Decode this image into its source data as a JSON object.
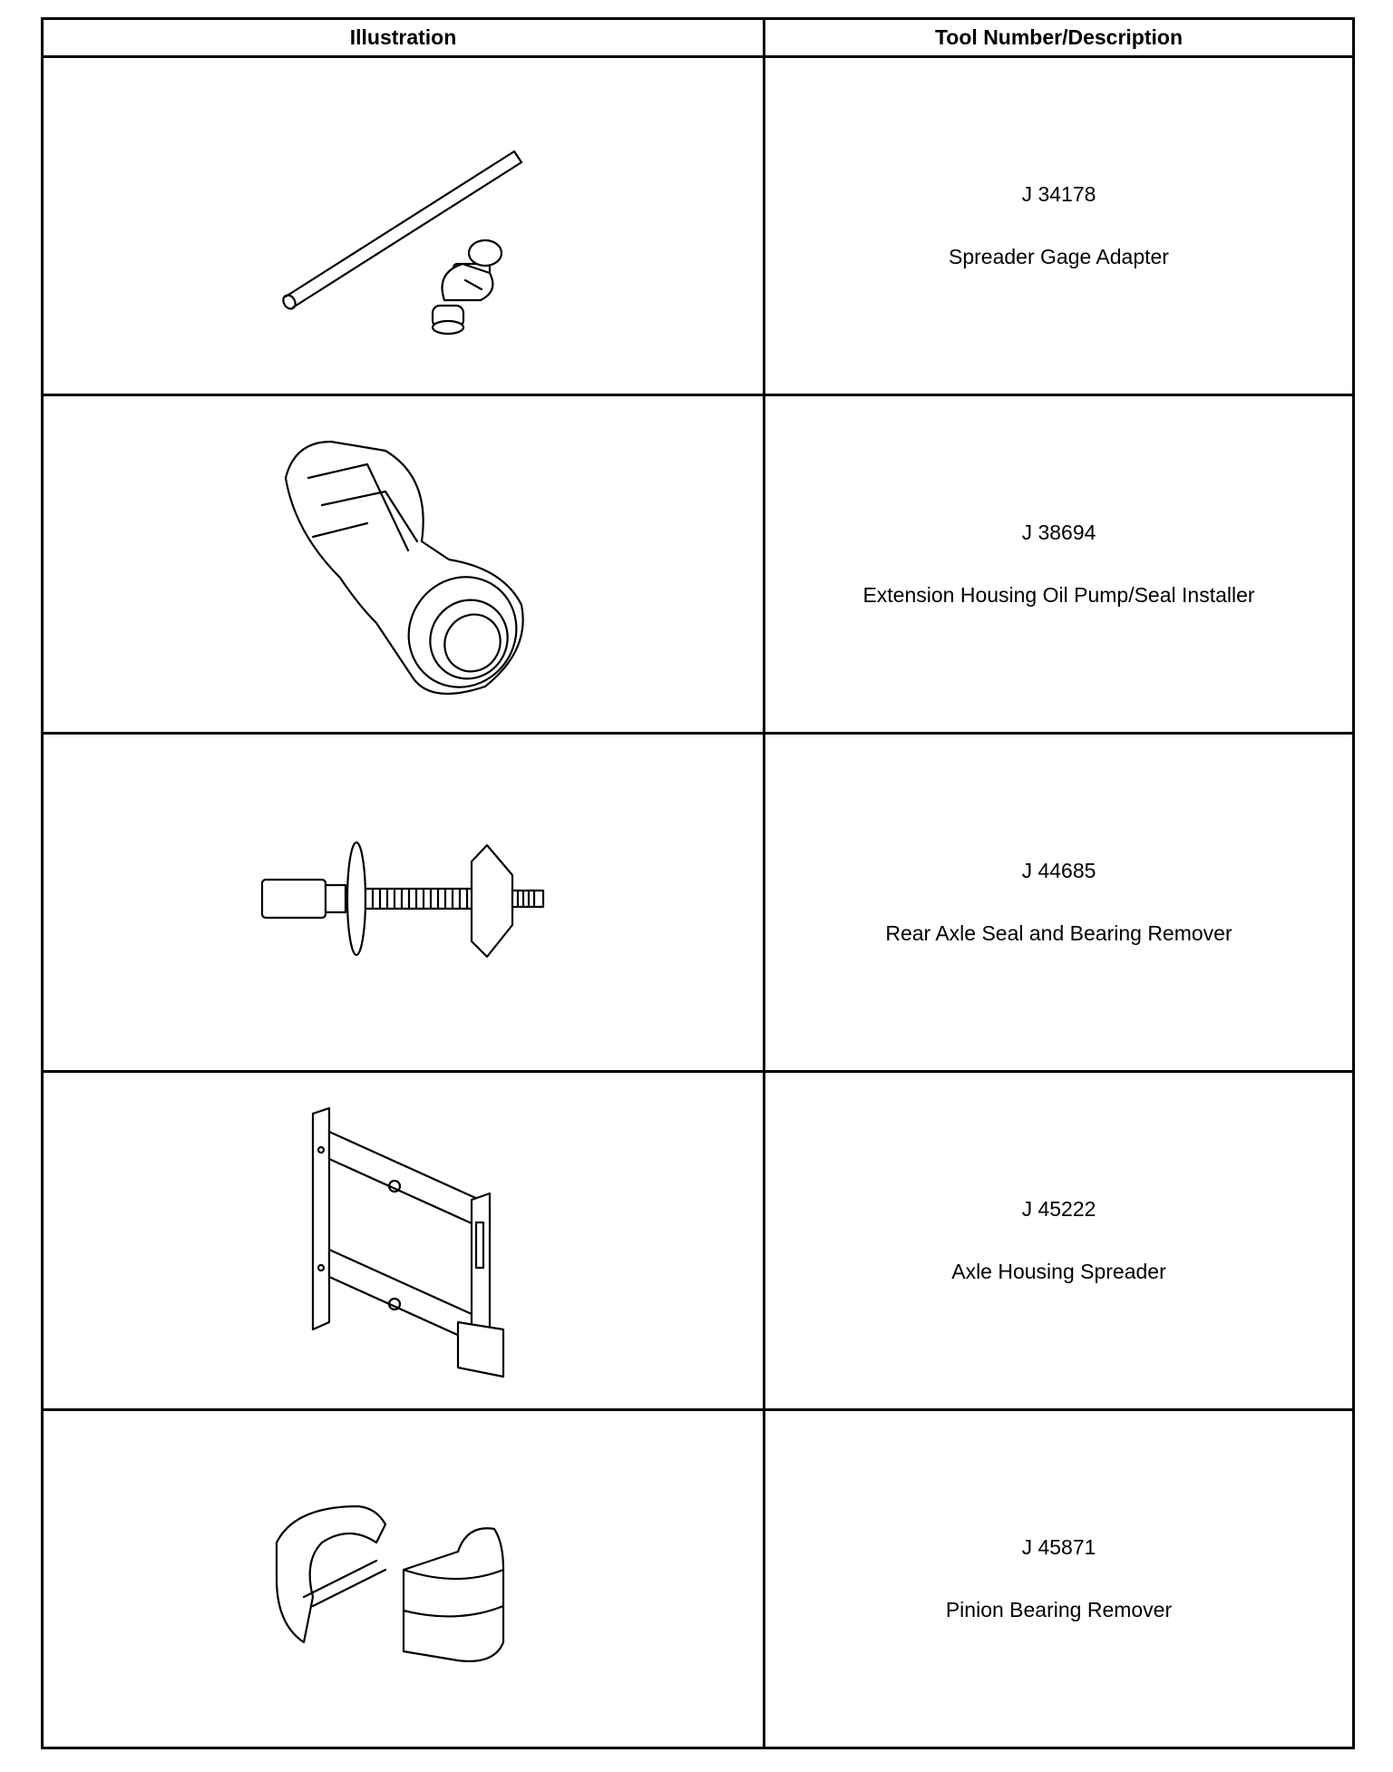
{
  "headers": {
    "illustration": "Illustration",
    "tool": "Tool Number/Description"
  },
  "tools": [
    {
      "number": "J 34178",
      "description": "Spreader Gage Adapter",
      "icon": "spreader-gage-adapter-illustration"
    },
    {
      "number": "J 38694",
      "description": "Extension Housing Oil Pump/Seal Installer",
      "icon": "oil-pump-seal-installer-illustration"
    },
    {
      "number": "J 44685",
      "description": "Rear Axle Seal and Bearing Remover",
      "icon": "seal-bearing-remover-illustration"
    },
    {
      "number": "J 45222",
      "description": "Axle Housing Spreader",
      "icon": "axle-housing-spreader-illustration"
    },
    {
      "number": "J 45871",
      "description": "Pinion Bearing Remover",
      "icon": "pinion-bearing-remover-illustration"
    }
  ]
}
